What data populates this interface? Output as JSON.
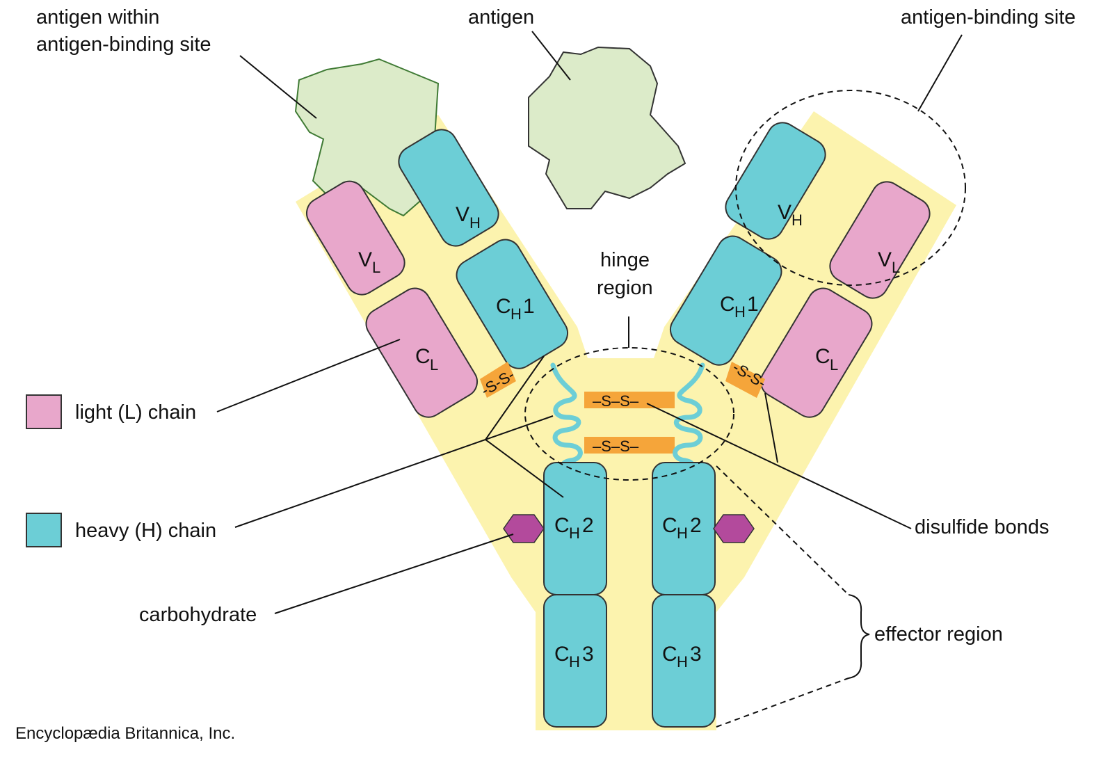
{
  "labels": {
    "antigen_within_1": "antigen within",
    "antigen_within_2": "antigen-binding site",
    "antigen": "antigen",
    "antigen_binding_site": "antigen-binding site",
    "hinge_1": "hinge",
    "hinge_2": "region",
    "light_chain": "light (L) chain",
    "heavy_chain": "heavy (H) chain",
    "carbohydrate": "carbohydrate",
    "disulfide_bonds": "disulfide bonds",
    "effector_region": "effector region",
    "credit": "Encyclopædia Britannica, Inc."
  },
  "segments": {
    "v": "V",
    "c": "C",
    "sub_h": "H",
    "sub_l": "L",
    "num_1": "1",
    "num_2": "2",
    "num_3": "3"
  },
  "bonds": {
    "ss_long": "–S–S–",
    "ss_short": "-S-S-"
  },
  "colors": {
    "light_chain": "#e8a7cb",
    "heavy_chain": "#6cced6",
    "antigen": "#dcebc9",
    "background_y": "#fcf3ae",
    "disulfide": "#f5a53a",
    "carbohydrate": "#b34a9c"
  }
}
